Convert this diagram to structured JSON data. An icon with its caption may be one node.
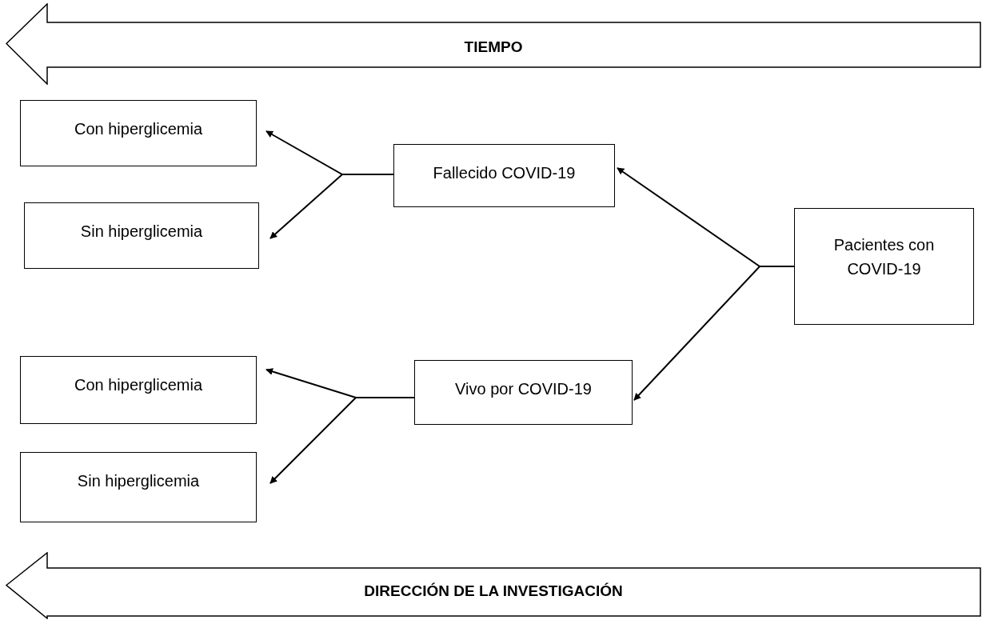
{
  "diagram": {
    "nodes": [
      {
        "text": [
          "TIEMPO"
        ]
      },
      {
        "text": [
          "Con hiperglicemia"
        ]
      },
      {
        "text": [
          "Sin hiperglicemia"
        ]
      },
      {
        "text": [
          "Fallecido COVID-19"
        ]
      },
      {
        "text": [
          "Pacientes con COVID-19"
        ]
      },
      {
        "text": [
          "Con hiperglicemia"
        ]
      },
      {
        "text": [
          "Sin hiperglicemia"
        ]
      },
      {
        "text": [
          "Vivo por COVID-19"
        ]
      },
      {
        "text": [
          "DIRECCIÓN DE LA INVESTIGACIÓN"
        ]
      }
    ],
    "edges": [
      {
        "from": 3,
        "to": 1,
        "arrow": "to"
      },
      {
        "from": 3,
        "to": 2,
        "arrow": "to"
      },
      {
        "from": 4,
        "to": 3,
        "arrow": "to"
      },
      {
        "from": 4,
        "to": 7,
        "arrow": "to"
      },
      {
        "from": 7,
        "to": 5,
        "arrow": "to"
      },
      {
        "from": 7,
        "to": 6,
        "arrow": "to"
      }
    ]
  }
}
